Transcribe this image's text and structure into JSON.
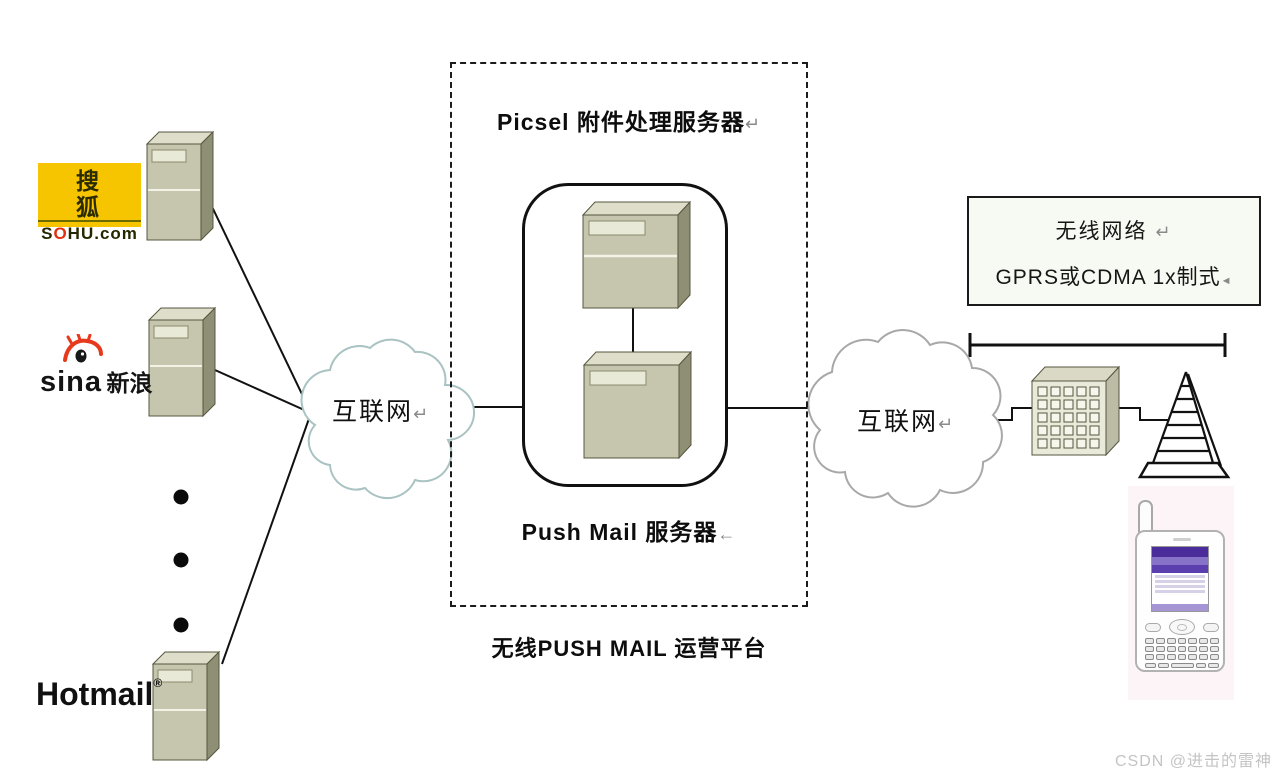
{
  "providers": {
    "sohu": {
      "cn": "搜 狐",
      "en_s": "S",
      "en_o": "O",
      "en_rest": "HU.com"
    },
    "sina": {
      "en": "sina",
      "cn": "新浪"
    },
    "hotmail": {
      "en": "Hotmail",
      "reg": "®"
    }
  },
  "clouds": {
    "left": {
      "label": "互联网",
      "mark": "↵"
    },
    "right": {
      "label": "互联网",
      "mark": "↵"
    }
  },
  "platform": {
    "title": "Picsel 附件处理服务器",
    "title_mark": "↵",
    "server_label": "Push Mail 服务器",
    "server_mark": "←",
    "caption": "无线PUSH MAIL 运营平台"
  },
  "wireless": {
    "line1": "无线网络",
    "line1_mark": "↵",
    "line2": "GPRS或CDMA 1x制式",
    "line2_mark": "◄"
  },
  "watermark": "CSDN @进击的雷神",
  "colors": {
    "server_front": "#c6c6ae",
    "cloud_left_stroke": "#a9c2c2",
    "cloud_right_stroke": "#a8a8a8",
    "sohu_yellow": "#f6c500",
    "sina_red": "#e8391d",
    "phone_purple": "#4a2d9b"
  }
}
